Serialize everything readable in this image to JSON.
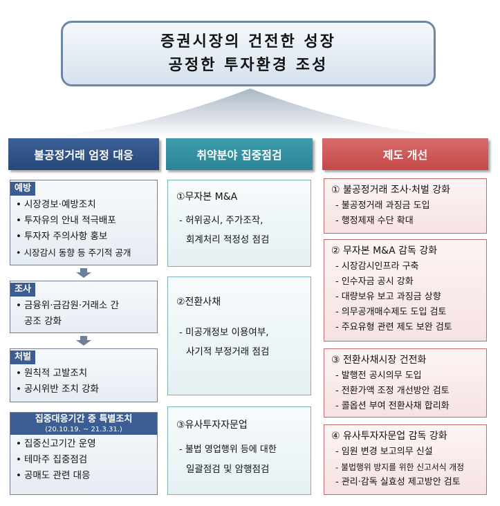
{
  "goal": {
    "line1": "증권시장의 건전한 성장",
    "line2": "공정한 투자환경 조성"
  },
  "headers": {
    "left": "불공정거래 엄정 대응",
    "middle": "취약분야 집중점검",
    "right": "제도 개선"
  },
  "left": {
    "prevention": {
      "tag": "예방",
      "items": [
        "시장경보·예방조치",
        "투자유의 안내 적극배포",
        "투자자 주의사항 홍보",
        "시장감시 동향 등 주기적 공개"
      ]
    },
    "investigation": {
      "tag": "조사",
      "items": [
        "금융위·금감원·거래소 간"
      ],
      "cont": "공조 강화"
    },
    "sanction": {
      "tag": "처벌",
      "items": [
        "원칙적 고발조치",
        "공시위반 조치 강화"
      ]
    },
    "special": {
      "tag": "집중대응기간 중 특별조치",
      "period": "(20.10.19. ~ 21.3.31.)",
      "items": [
        "집중신고기간 운영",
        "테마주 집중점검",
        "공매도 관련  대응"
      ]
    }
  },
  "middle": {
    "box1": {
      "title": "①무자본 M&A",
      "line1": "-  허위공시, 주가조작,",
      "line2": "회계처리 적정성 점검"
    },
    "box2": {
      "title": "②전환사채",
      "line1": "-  미공개정보 이용여부,",
      "line2": "사기적 부정거래 점검"
    },
    "box3": {
      "title": "③유사투자자문업",
      "line1": "-  불법 영업행위 등에 대한",
      "line2": "일괄점검 및 암행점검"
    }
  },
  "right": {
    "box1": {
      "title": "① 불공정거래 조사·처벌 강화",
      "items": [
        "불공정거래 과징금 도입",
        "행정제재 수단 확대"
      ]
    },
    "box2": {
      "title": "② 무자본 M&A 감독 강화",
      "items": [
        "시장감시인프라 구축",
        "인수자금 공시 강화",
        "대량보유 보고 과징금 상향",
        "의무공개매수제도 도입 검토",
        "주요유형 관련 제도 보완 검토"
      ]
    },
    "box3": {
      "title": "③ 전환사채시장 건전화",
      "items": [
        "발행전 공시의무 도입",
        "전환가액 조정 개선방안 검토",
        "콜옵션 부여 전환사채 합리화"
      ]
    },
    "box4": {
      "title": "④ 유사투자자문업 감독 강화",
      "items": [
        "임원 변경 보고의무 신설",
        "불법행위 방지를 위한 신고서식 개정",
        "관리·감독 실효성 제고방안 검토"
      ]
    }
  },
  "bullet": "•",
  "bullet_dash": "-",
  "colors": {
    "left_header": "#26487a",
    "middle_header": "#2b8596",
    "right_header": "#c54848"
  }
}
